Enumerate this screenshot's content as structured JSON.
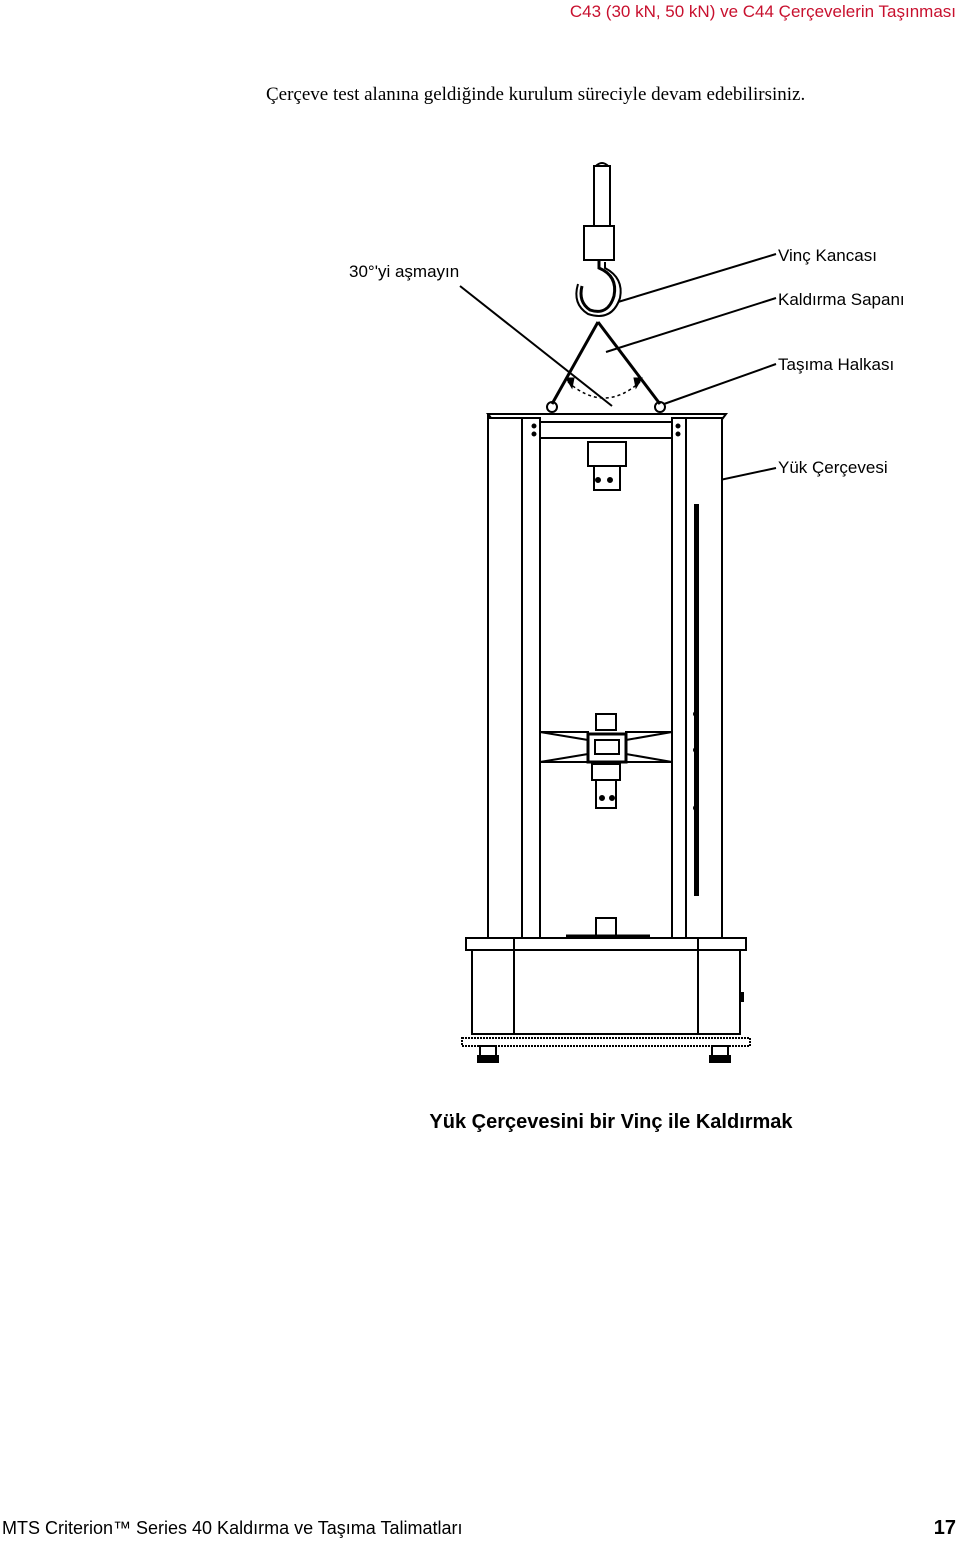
{
  "header": {
    "section_title": "C43 (30 kN, 50 kN) ve C44 Çerçevelerin Taşınması"
  },
  "intro": {
    "text": "Çerçeve test alanına geldiğinde kurulum süreciyle devam edebilirsiniz."
  },
  "figure": {
    "callouts": {
      "angle": "30°'yi aşmayın",
      "crane_hook": "Vinç Kancası",
      "lifting_sling": "Kaldırma Sapanı",
      "lifting_ring": "Taşıma Halkası",
      "load_frame": "Yük Çerçevesi"
    },
    "caption": "Yük Çerçevesini bir Vinç ile Kaldırmak"
  },
  "footer": {
    "document_title": "MTS Criterion™ Series 40 Kaldırma ve Taşıma Talimatları",
    "page_number": "17"
  }
}
